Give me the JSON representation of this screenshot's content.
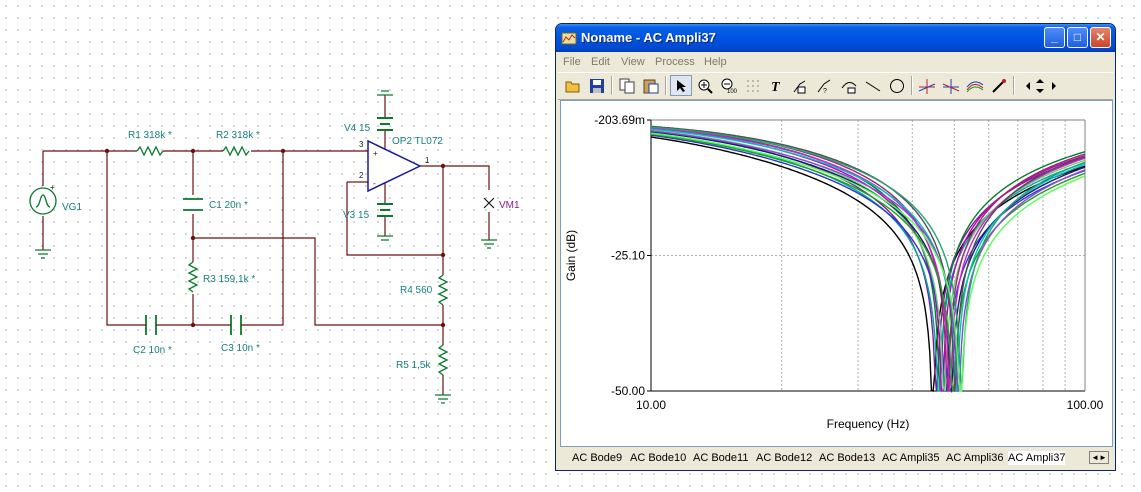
{
  "schematic": {
    "components": {
      "vg1": "VG1",
      "r1": "R1 318k *",
      "r2": "R2 318k *",
      "c1": "C1 20n *",
      "r3": "R3 159,1k *",
      "c2": "C2 10n *",
      "c3": "C3 10n *",
      "v4": "V4 15",
      "v3": "V3 15",
      "op2": "OP2 TL072",
      "r4": "R4 560",
      "r5": "R5 1,5k",
      "vm1": "VM1"
    },
    "pins": {
      "in_plus": "3",
      "in_minus": "2",
      "out": "1",
      "plus": "+",
      "minus": "-"
    }
  },
  "window": {
    "title": "Noname - AC Ampli37",
    "buttons": {
      "minimize": "_",
      "maximize": "□",
      "close": "✕"
    },
    "menu": [
      "File",
      "Edit",
      "View",
      "Process",
      "Help"
    ],
    "toolbar": [
      "open-icon",
      "save-icon",
      "copy-icon",
      "paste-icon",
      "pointer-icon",
      "zoom-in-icon",
      "zoom-100-icon",
      "grid-icon",
      "text-icon",
      "curve-label-icon",
      "curve-label-2-icon",
      "curve-label-3-icon",
      "line-icon",
      "circle-icon",
      "cursor-a-icon",
      "cursor-b-icon",
      "curves-icon",
      "pen-icon",
      "nav-arrows-icon"
    ]
  },
  "chart_data": {
    "type": "line",
    "xlabel": "Frequency (Hz)",
    "ylabel": "Gain (dB)",
    "xscale": "log",
    "xlim": [
      10,
      100
    ],
    "ylim": [
      -50,
      -0.20369
    ],
    "x_ticks": [
      "10.00",
      "100.00"
    ],
    "y_ticks": [
      "-203.69m",
      "-25.10",
      "-50.00"
    ],
    "grid": true,
    "notch": {
      "center_hz_range": [
        45,
        52
      ],
      "min_db": -50
    },
    "series_count": 16,
    "series_colors": [
      "#000000",
      "#7a1f9a",
      "#0b7a2e",
      "#00a6a6",
      "#c000c0",
      "#3333cc",
      "#6cd46c",
      "#9a2a6a",
      "#1a1a7a",
      "#d020d0",
      "#20a020",
      "#00c0c0",
      "#505050",
      "#8a4ad0",
      "#2aa07a",
      "#55ff55"
    ]
  },
  "tabs": {
    "items": [
      "AC Bode9",
      "AC Bode10",
      "AC Bode11",
      "AC Bode12",
      "AC Bode13",
      "AC Ampli35",
      "AC Ampli36",
      "AC Ampli37"
    ],
    "active": "AC Ampli37",
    "scroll_label": "◄►"
  }
}
